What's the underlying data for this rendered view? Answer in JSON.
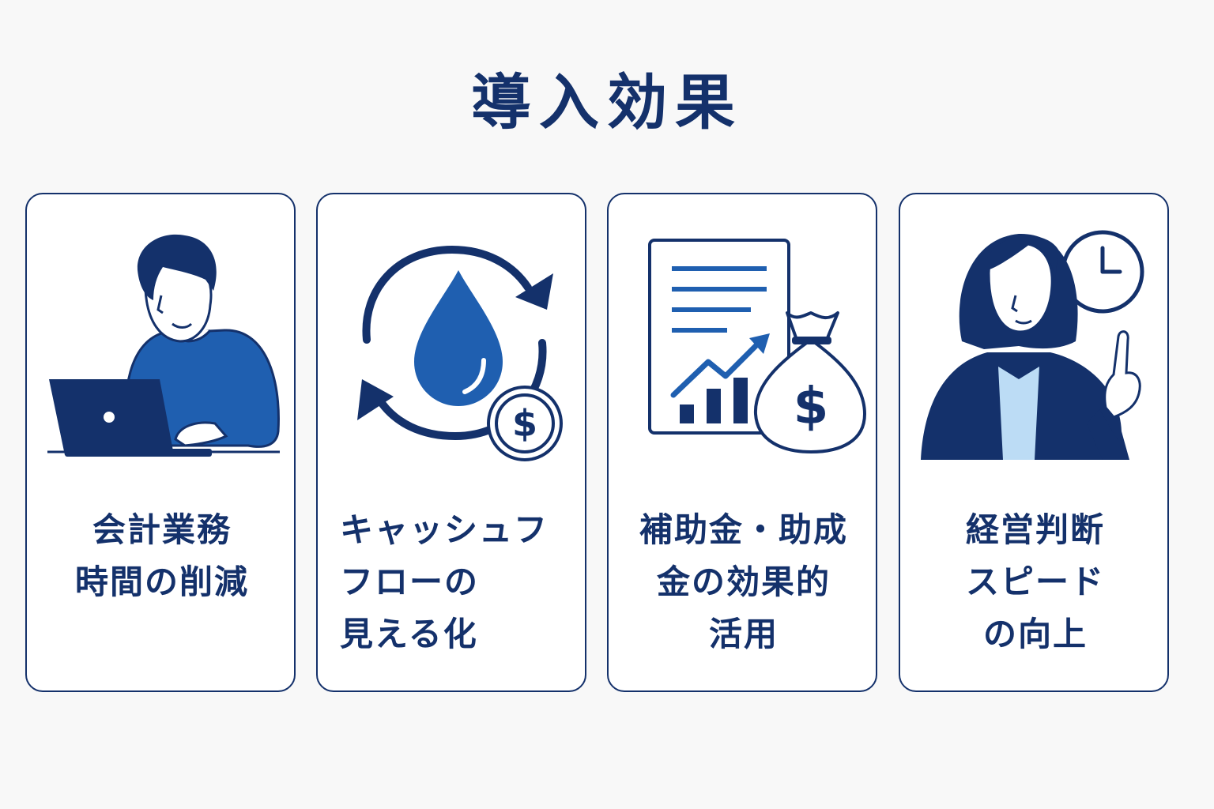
{
  "title": "導入効果",
  "colors": {
    "navy": "#14316b",
    "blue": "#1f5fb0",
    "light_blue": "#bcdcf5",
    "card_border": "#14316b",
    "background": "#f8f8f8"
  },
  "cards": [
    {
      "icon": "person-laptop-icon",
      "lines": [
        "会計業務",
        "時間の削減"
      ]
    },
    {
      "icon": "cashflow-drop-icon",
      "lines": [
        "キャッシュフ",
        "フローの",
        "見える化"
      ],
      "icon_text": "$"
    },
    {
      "icon": "report-moneybag-icon",
      "lines": [
        "補助金・助成",
        "金の効果的",
        "活用"
      ],
      "icon_text": "$"
    },
    {
      "icon": "businesswoman-clock-icon",
      "lines": [
        "経営判断",
        "スピード",
        "の向上"
      ]
    }
  ]
}
